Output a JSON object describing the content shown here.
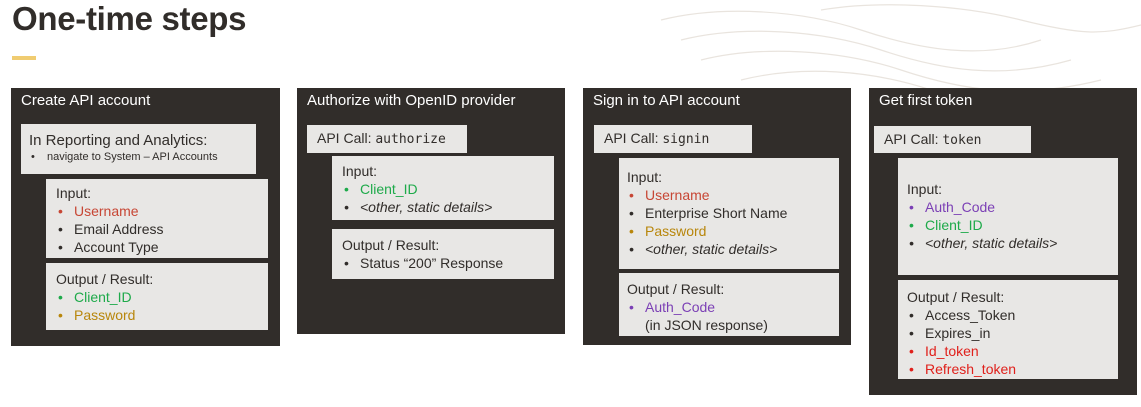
{
  "title": "One-time steps",
  "colors": {
    "panel_bg": "#312d2a",
    "box_bg": "#e8e7e5",
    "accent_bar": "#f0cc71",
    "orange_red": "#c74634",
    "green": "#1eaa4a",
    "amber": "#b8860b",
    "purple": "#7b3fb5",
    "red": "#e0201b"
  },
  "panels": [
    {
      "title": "Create API account",
      "context_box": {
        "title": "In Reporting and Analytics:",
        "items": [
          "navigate to System – API Accounts"
        ]
      },
      "input": {
        "label": "Input:",
        "items": [
          "Username",
          "Email Address",
          "Account Type"
        ]
      },
      "output": {
        "label": "Output / Result:",
        "items": [
          "Client_ID",
          "Password"
        ]
      }
    },
    {
      "title": "Authorize with OpenID provider",
      "api_label": "API Call: ",
      "api_call": "authorize",
      "input": {
        "label": "Input:",
        "items": [
          "Client_ID",
          "<other, static details>"
        ]
      },
      "output": {
        "label": "Output / Result:",
        "items": [
          "Status “200” Response"
        ]
      }
    },
    {
      "title": "Sign in to API account",
      "api_label": "API Call: ",
      "api_call": "signin",
      "input": {
        "label": "Input:",
        "items": [
          "Username",
          "Enterprise Short Name",
          "Password",
          "<other, static details>"
        ]
      },
      "output": {
        "label": "Output / Result:",
        "items": [
          "Auth_Code",
          "(in JSON response)"
        ]
      }
    },
    {
      "title": "Get first token",
      "api_label": "API Call: ",
      "api_call": "token",
      "input": {
        "label": "Input:",
        "items": [
          "Auth_Code",
          "Client_ID",
          "<other, static details>"
        ]
      },
      "output": {
        "label": "Output / Result:",
        "items": [
          "Access_Token",
          "Expires_in",
          "Id_token",
          "Refresh_token"
        ]
      }
    }
  ]
}
